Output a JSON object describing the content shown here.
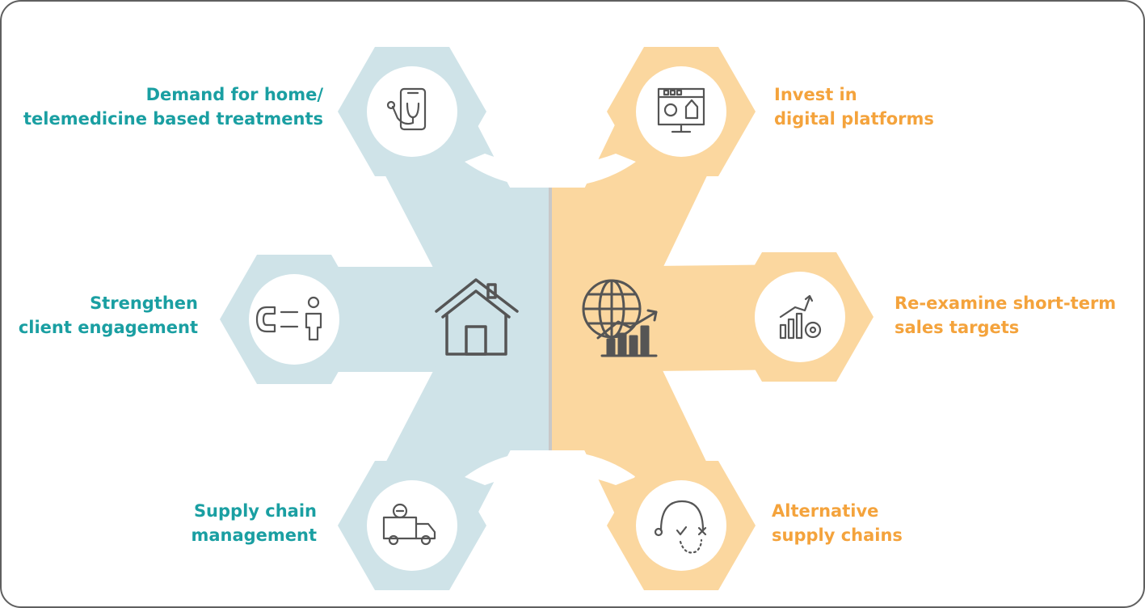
{
  "colors": {
    "left_shape": "#cfe3e8",
    "right_shape": "#fbd79f",
    "teal_text": "#1a9fa2",
    "orange_text": "#f4a33c",
    "icon_stroke": "#555555",
    "circle": "#ffffff",
    "frame": "#5f5f5f"
  },
  "left": {
    "center_icon": "house-icon",
    "items": [
      {
        "text": "Demand for home/\ntelemedicine based treatments",
        "icon": "smartphone-stethoscope-icon"
      },
      {
        "text": "Strengthen\nclient engagement",
        "icon": "magnet-person-icon"
      },
      {
        "text": "Supply chain\nmanagement",
        "icon": "truck-gear-icon"
      }
    ]
  },
  "right": {
    "center_icon": "globe-growth-chart-icon",
    "items": [
      {
        "text": "Invest in\ndigital platforms",
        "icon": "monitor-dashboard-icon"
      },
      {
        "text": "Re-examine short-term\nsales targets",
        "icon": "bar-chart-target-icon"
      },
      {
        "text": "Alternative\nsupply chains",
        "icon": "route-decision-icon"
      }
    ]
  }
}
